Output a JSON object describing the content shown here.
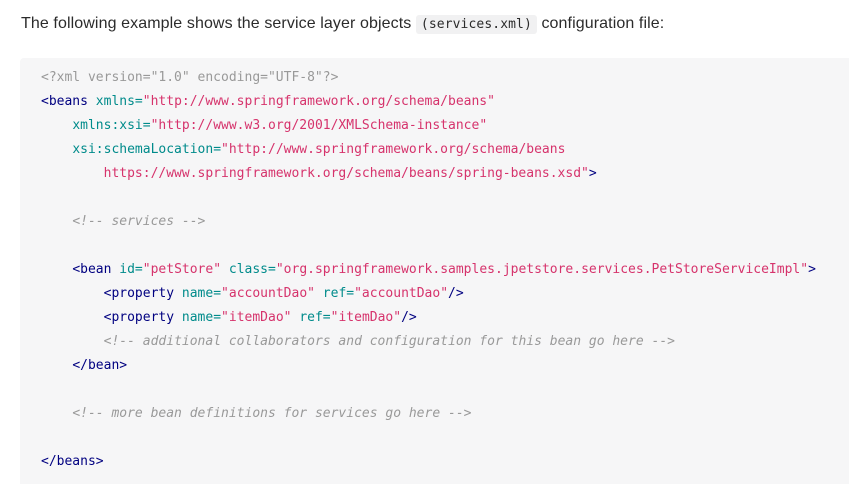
{
  "intro": {
    "text_before": "The following example shows the service layer objects ",
    "inline_code": "(services.xml)",
    "text_after": " configuration file:"
  },
  "colors": {
    "heading_text": "#2b2b2b",
    "inline_code_bg": "#f1f1f2",
    "code_block_bg": "#f6f6f7",
    "token_tag": "#000080",
    "token_attr": "#008b8b",
    "token_string": "#d6336c",
    "token_comment": "#999999",
    "token_prolog": "#999999"
  },
  "code_block": {
    "language": "xml",
    "lines": [
      [
        [
          "cp",
          "<?xml version=\"1.0\" encoding=\"UTF-8\"?>"
        ]
      ],
      [
        [
          "nt",
          "<beans"
        ],
        [
          "pl",
          " "
        ],
        [
          "na",
          "xmlns="
        ],
        [
          "s",
          "\"http://www.springframework.org/schema/beans\""
        ]
      ],
      [
        [
          "pl",
          "    "
        ],
        [
          "na",
          "xmlns:xsi="
        ],
        [
          "s",
          "\"http://www.w3.org/2001/XMLSchema-instance\""
        ]
      ],
      [
        [
          "pl",
          "    "
        ],
        [
          "na",
          "xsi:schemaLocation="
        ],
        [
          "s",
          "\"http://www.springframework.org/schema/beans"
        ]
      ],
      [
        [
          "s",
          "        https://www.springframework.org/schema/beans/spring-beans.xsd\""
        ],
        [
          "nt",
          ">"
        ]
      ],
      [],
      [
        [
          "pl",
          "    "
        ],
        [
          "c",
          "<!-- services -->"
        ]
      ],
      [],
      [
        [
          "pl",
          "    "
        ],
        [
          "nt",
          "<bean"
        ],
        [
          "pl",
          " "
        ],
        [
          "na",
          "id="
        ],
        [
          "s",
          "\"petStore\""
        ],
        [
          "pl",
          " "
        ],
        [
          "na",
          "class="
        ],
        [
          "s",
          "\"org.springframework.samples.jpetstore.services.PetStoreServiceImpl\""
        ],
        [
          "nt",
          ">"
        ]
      ],
      [
        [
          "pl",
          "        "
        ],
        [
          "nt",
          "<property"
        ],
        [
          "pl",
          " "
        ],
        [
          "na",
          "name="
        ],
        [
          "s",
          "\"accountDao\""
        ],
        [
          "pl",
          " "
        ],
        [
          "na",
          "ref="
        ],
        [
          "s",
          "\"accountDao\""
        ],
        [
          "nt",
          "/>"
        ]
      ],
      [
        [
          "pl",
          "        "
        ],
        [
          "nt",
          "<property"
        ],
        [
          "pl",
          " "
        ],
        [
          "na",
          "name="
        ],
        [
          "s",
          "\"itemDao\""
        ],
        [
          "pl",
          " "
        ],
        [
          "na",
          "ref="
        ],
        [
          "s",
          "\"itemDao\""
        ],
        [
          "nt",
          "/>"
        ]
      ],
      [
        [
          "pl",
          "        "
        ],
        [
          "c",
          "<!-- additional collaborators and configuration for this bean go here -->"
        ]
      ],
      [
        [
          "pl",
          "    "
        ],
        [
          "nt",
          "</bean>"
        ]
      ],
      [],
      [
        [
          "pl",
          "    "
        ],
        [
          "c",
          "<!-- more bean definitions for services go here -->"
        ]
      ],
      [],
      [
        [
          "nt",
          "</beans>"
        ]
      ]
    ]
  }
}
